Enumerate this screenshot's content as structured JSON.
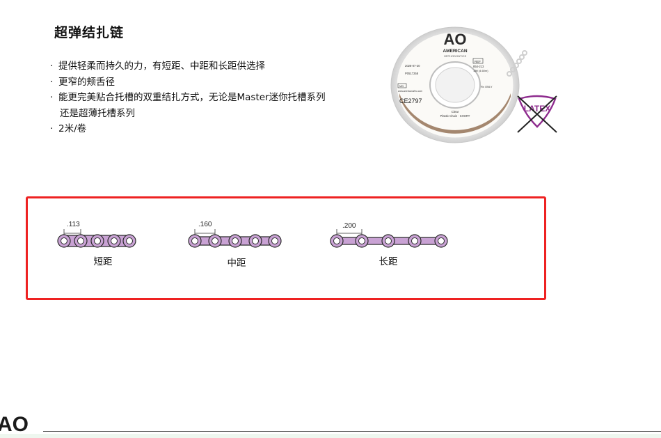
{
  "title": "超弹结扎链",
  "bullets": [
    {
      "dot": "·",
      "text": "提供轻柔而持久的力，有短距、中距和长距供选择"
    },
    {
      "dot": "·",
      "text": "更窄的颊舌径"
    },
    {
      "dot": "·",
      "text": "能更完美贴合托槽的双重结扎方式，无论是Master迷你托槽系列",
      "cont": "还是超薄托槽系列"
    },
    {
      "dot": "·",
      "text": "2米/卷"
    }
  ],
  "spool": {
    "logo": "AO",
    "brand": "AMERICAN",
    "brand_sub": "ORTHODONTICS",
    "date": "2028-07-20",
    "lot": "P0517258",
    "ref_label": "REF",
    "ref": "854-213",
    "length": "15ft (4.60m)",
    "url": "www.americanortho.com",
    "md": "MD",
    "ce": "CE2797",
    "color": "Clear",
    "product": "Plastic Chain · SHORT",
    "rx": "Rx ONLY"
  },
  "latex_label": "LATEX",
  "chains": [
    {
      "measure": ".113",
      "label": "短距"
    },
    {
      "measure": ".160",
      "label": "中距"
    },
    {
      "measure": ".200",
      "label": "长距"
    }
  ],
  "footer_logo": "AO",
  "colors": {
    "chain": "#c9a2d4",
    "chain_stroke": "#2a2a2a",
    "frame": "#ee2222",
    "spool_band": "#9a7a5f",
    "latex": "#8e2b8e"
  }
}
